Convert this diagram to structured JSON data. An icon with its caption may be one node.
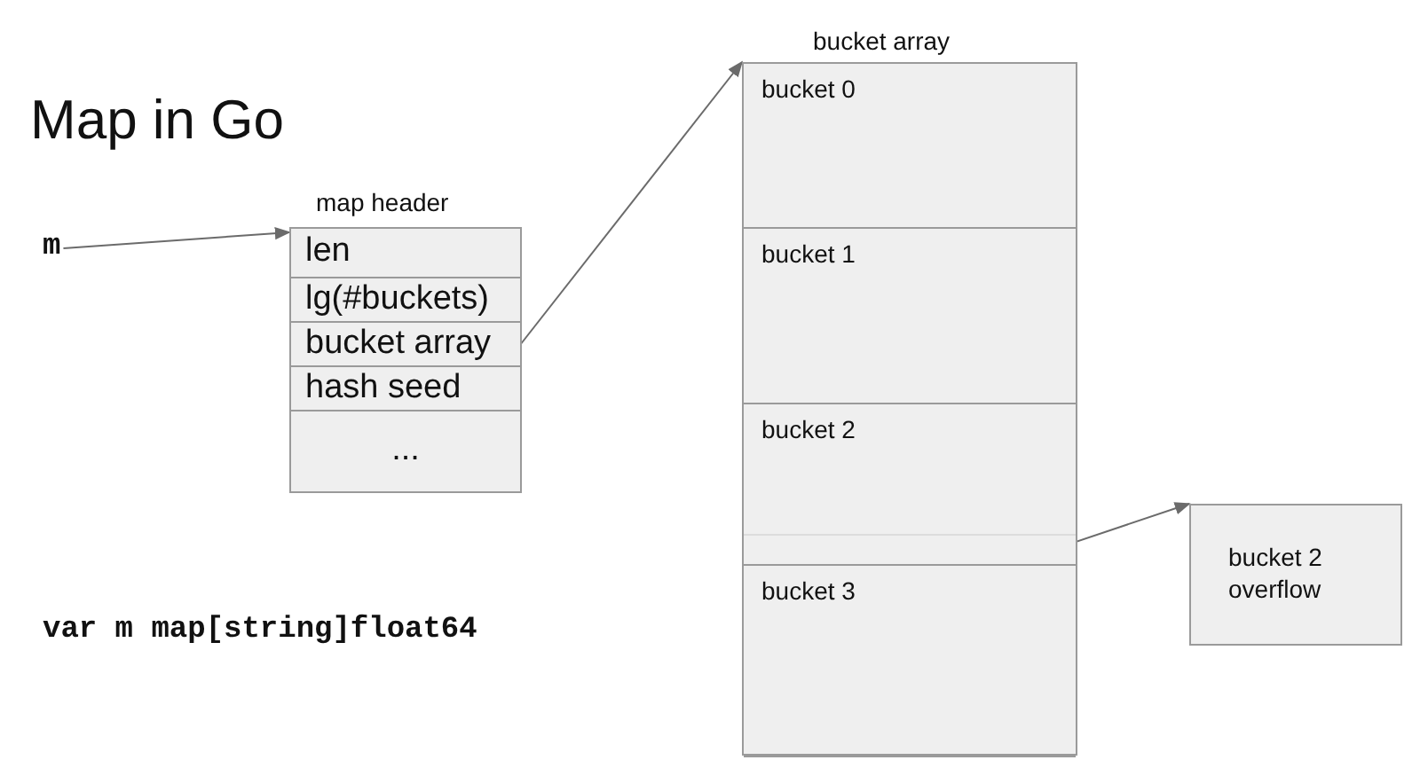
{
  "diagram": {
    "title": "Map in Go",
    "nodes": [
      {
        "text": [
          "m"
        ]
      },
      {
        "text": [
          "map header"
        ]
      },
      {
        "text": [
          "len"
        ],
        "in": 1
      },
      {
        "text": [
          "lg(#buckets)"
        ],
        "in": 1
      },
      {
        "text": [
          "bucket array"
        ],
        "in": 1
      },
      {
        "text": [
          "hash seed"
        ],
        "in": 1
      },
      {
        "text": [
          "..."
        ],
        "in": 1
      },
      {
        "text": [
          "bucket array"
        ]
      },
      {
        "text": [
          "bucket 0"
        ],
        "in": 7
      },
      {
        "text": [
          "bucket 1"
        ],
        "in": 7
      },
      {
        "text": [
          "bucket 2"
        ],
        "in": 7
      },
      {
        "text": [],
        "shape": "box",
        "in": 10
      },
      {
        "text": [
          "bucket 3"
        ],
        "in": 7
      },
      {
        "text": [
          "bucket 2 overflow"
        ]
      }
    ],
    "edges": [
      {
        "from": 0,
        "to": 1,
        "arrow": "to"
      },
      {
        "from": 4,
        "to": 7,
        "arrow": "to"
      },
      {
        "from": 11,
        "to": 13,
        "arrow": "to"
      }
    ],
    "labels": [
      "var m map[string]float64"
    ]
  }
}
